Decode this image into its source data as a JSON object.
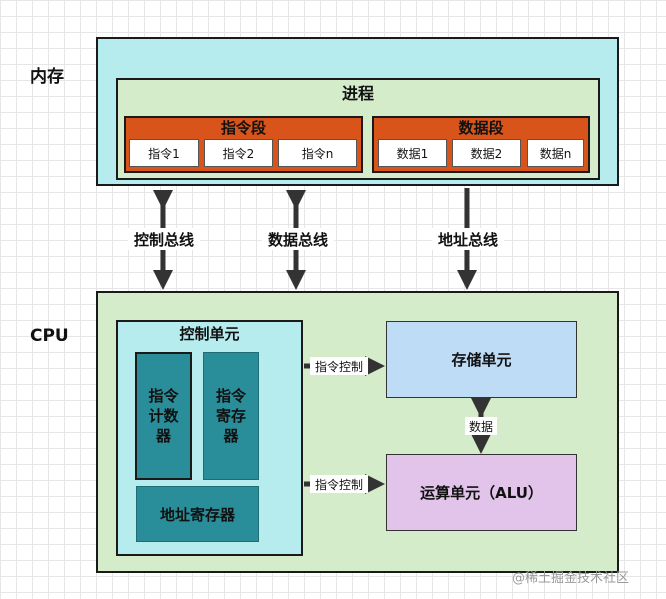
{
  "colors": {
    "memory_bg": "#b7ecef",
    "process_bg": "#d5eccb",
    "segment_bg": "#d8541a",
    "cpu_bg": "#d5eccb",
    "control_unit_bg": "#b7ecef",
    "register_bg": "#2a8e9a",
    "storage_unit_bg": "#bfdcf7",
    "alu_bg": "#e2c3ea"
  },
  "memory": {
    "title": "内存",
    "process": {
      "title": "进程",
      "instruction_segment": {
        "title": "指令段",
        "items": [
          "指令1",
          "指令2",
          "指令n"
        ]
      },
      "data_segment": {
        "title": "数据段",
        "items": [
          "数据1",
          "数据2",
          "数据n"
        ]
      }
    }
  },
  "buses": {
    "control": "控制总线",
    "data": "数据总线",
    "address": "地址总线"
  },
  "cpu": {
    "title": "CPU",
    "control_unit": {
      "title": "控制单元",
      "program_counter": "指令\n计数\n器",
      "instruction_register": "指令\n寄存\n器",
      "address_register": "地址寄存器"
    },
    "storage_unit": "存储单元",
    "alu": "运算单元（ALU）",
    "edge_labels": {
      "to_storage": "指令控制",
      "to_alu": "指令控制",
      "storage_alu": "数据"
    }
  },
  "watermark": "@稀土掘金技术社区"
}
